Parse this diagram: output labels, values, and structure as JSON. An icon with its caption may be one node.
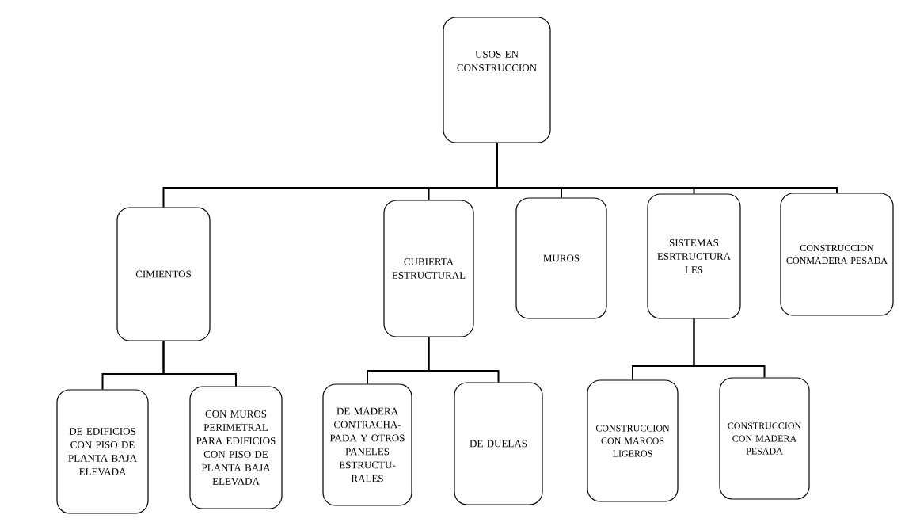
{
  "diagram": {
    "nodes": [
      {
        "text": [
          "USOS EN CONSTRUCCION"
        ]
      },
      {
        "text": [
          "CIMIENTOS"
        ]
      },
      {
        "text": [
          "CUBIERTA ESTRUCTURAL"
        ]
      },
      {
        "text": [
          "MUROS"
        ]
      },
      {
        "text": [
          "SISTEMAS ESRTRUCTURA LES"
        ]
      },
      {
        "text": [
          "CONSTRUCCION CONMADERA PESADA"
        ]
      },
      {
        "text": [
          "DE EDIFICIOS CON PISO DE PLANTA BAJA ELEVADA"
        ]
      },
      {
        "text": [
          "CON MUROS PERIMETRAL PARA EDIFICIOS CON PISO DE PLANTA BAJA ELEVADA"
        ]
      },
      {
        "text": [
          "DE MADERA CONTRACHA- PADA Y OTROS PANELES ESTRUCTU- RALES"
        ]
      },
      {
        "text": [
          "DE DUELAS"
        ]
      },
      {
        "text": [
          "CONSTRUCCION CON MARCOS LIGEROS"
        ]
      },
      {
        "text": [
          "CONSTRUCCION CON MADERA PESADA"
        ]
      }
    ],
    "edges": [
      {
        "from": 0,
        "to": 1,
        "arrow": "none"
      },
      {
        "from": 0,
        "to": 2,
        "arrow": "none"
      },
      {
        "from": 0,
        "to": 3,
        "arrow": "none"
      },
      {
        "from": 0,
        "to": 4,
        "arrow": "none"
      },
      {
        "from": 0,
        "to": 5,
        "arrow": "none"
      },
      {
        "from": 1,
        "to": 6,
        "arrow": "none"
      },
      {
        "from": 1,
        "to": 7,
        "arrow": "none"
      },
      {
        "from": 2,
        "to": 8,
        "arrow": "none"
      },
      {
        "from": 2,
        "to": 9,
        "arrow": "none"
      },
      {
        "from": 4,
        "to": 10,
        "arrow": "none"
      },
      {
        "from": 4,
        "to": 11,
        "arrow": "none"
      }
    ]
  }
}
